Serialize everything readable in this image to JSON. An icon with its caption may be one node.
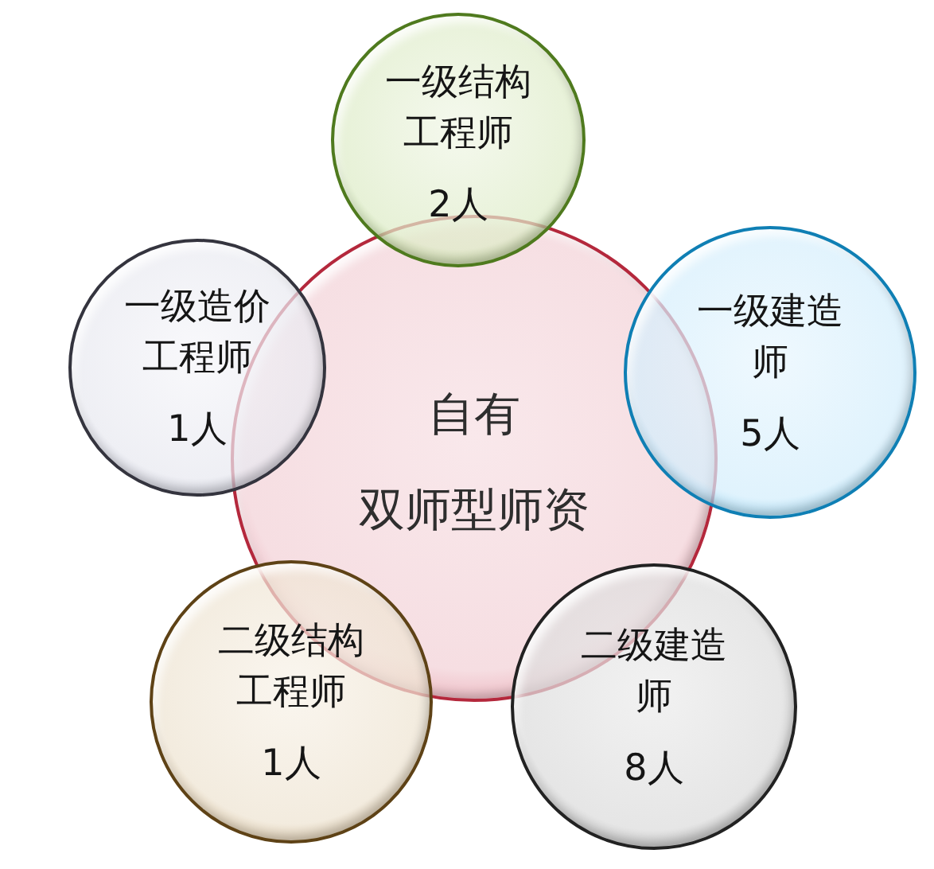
{
  "diagram": {
    "nodes": [
      {
        "text": [
          "一级结构工程师",
          "2人"
        ]
      },
      {
        "text": [
          "一级造价工程师",
          "1人"
        ]
      },
      {
        "text": [
          "自有",
          "双师型师资"
        ]
      },
      {
        "text": [
          "一级建造师",
          "5人"
        ]
      },
      {
        "text": [
          "二级结构工程师",
          "1人"
        ]
      },
      {
        "text": [
          "二级建造师",
          "8人"
        ]
      }
    ]
  }
}
